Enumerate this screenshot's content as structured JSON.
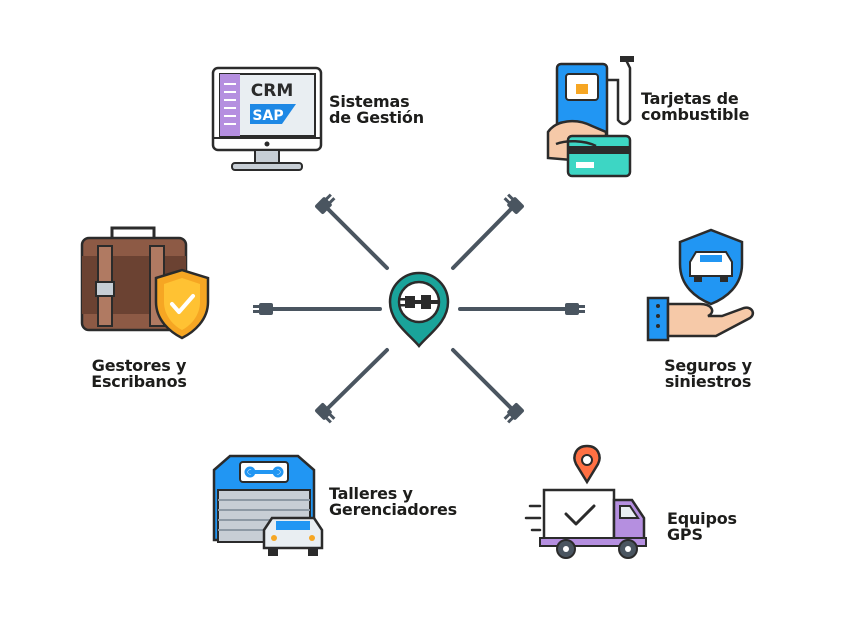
{
  "hub": {
    "icon": "plug-connector-icon",
    "color": "#1aa39a"
  },
  "nodes": {
    "gestion": {
      "icon": "monitor-crm-sap-icon",
      "label_line1": "Sistemas",
      "label_line2": "de Gestión",
      "screen_title": "CRM",
      "screen_subtitle": "SAP"
    },
    "combustible": {
      "icon": "fuel-card-icon",
      "label_line1": "Tarjetas de",
      "label_line2": "combustible"
    },
    "gestores": {
      "icon": "briefcase-shield-icon",
      "label_line1": "Gestores y",
      "label_line2": "Escribanos"
    },
    "seguros": {
      "icon": "insurance-hand-car-icon",
      "label_line1": "Seguros y",
      "label_line2": "siniestros"
    },
    "talleres": {
      "icon": "garage-car-icon",
      "label_line1": "Talleres y",
      "label_line2": "Gerenciadores"
    },
    "gps": {
      "icon": "gps-truck-icon",
      "label_line1": "Equipos",
      "label_line2": "GPS"
    }
  },
  "colors": {
    "outline": "#2b2b2b",
    "connector": "#4a5560",
    "purple": "#b58fe0",
    "blue": "#2196f3",
    "orange": "#f6a623",
    "teal": "#1aa39a"
  }
}
